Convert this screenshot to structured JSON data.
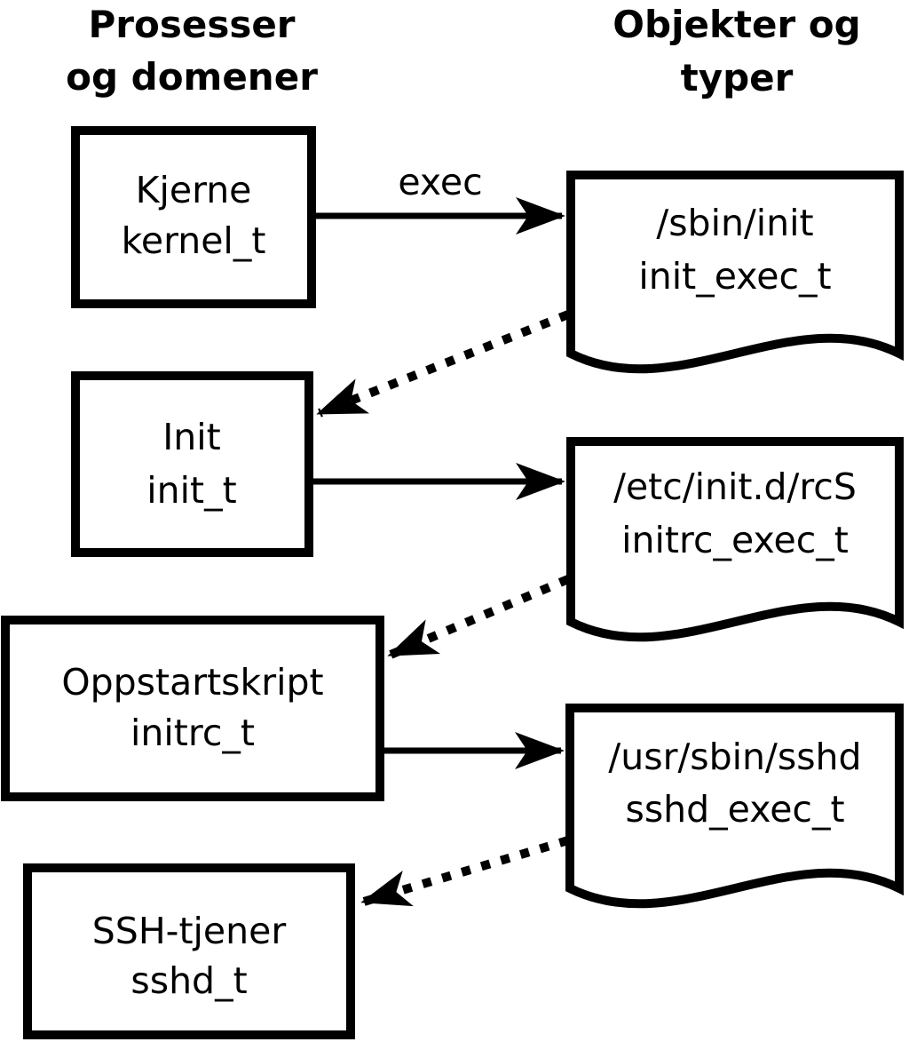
{
  "colors": {
    "ink": "#000000",
    "background": "#ffffff"
  },
  "headers": {
    "left": {
      "line1": "Prosesser",
      "line2": "og domener"
    },
    "right": {
      "line1": "Objekter og",
      "line2": "typer"
    }
  },
  "processes": [
    {
      "label": "Kjerne",
      "type": "kernel_t"
    },
    {
      "label": "Init",
      "type": "init_t"
    },
    {
      "label": "Oppstartskript",
      "type": "initrc_t"
    },
    {
      "label": "SSH-tjener",
      "type": "sshd_t"
    }
  ],
  "objects": [
    {
      "path": "/sbin/init",
      "type": "init_exec_t"
    },
    {
      "path": "/etc/init.d/rcS",
      "type": "initrc_exec_t"
    },
    {
      "path": "/usr/sbin/sshd",
      "type": "sshd_exec_t"
    }
  ],
  "arrow_labels": {
    "exec": "exec"
  }
}
